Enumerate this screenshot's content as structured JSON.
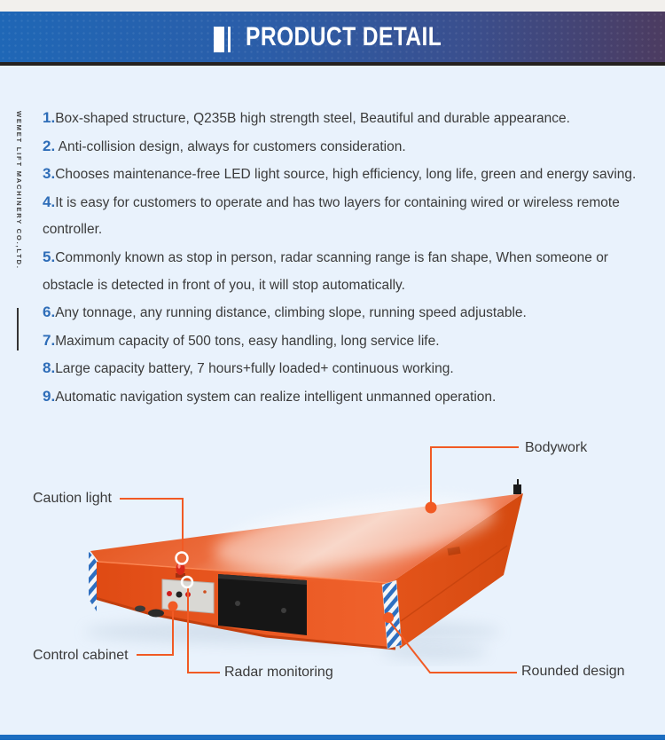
{
  "header": {
    "title": "PRODUCT DETAIL"
  },
  "company_sidebar": {
    "name": "WEMET LIFT MACHINERY CO.,LTD."
  },
  "features": {
    "items": [
      {
        "num": "1.",
        "lines": [
          "Box-shaped structure, Q235B high strength steel, Beautiful and durable appearance."
        ]
      },
      {
        "num": "2.",
        "lines": [
          " Anti-collision design, always for customers consideration."
        ]
      },
      {
        "num": "3.",
        "lines": [
          "Chooses maintenance-free LED light source, high efficiency, long life, green and energy saving."
        ]
      },
      {
        "num": "4.",
        "lines": [
          "It is easy for customers to operate and has two layers for containing wired or wireless remote",
          "controller."
        ]
      },
      {
        "num": "5.",
        "lines": [
          "Commonly known as stop in person, radar scanning range is fan shape, When someone or",
          "obstacle is detected in front of you, it will stop automatically."
        ]
      },
      {
        "num": "6.",
        "lines": [
          "Any tonnage, any running distance, climbing slope, running speed adjustable."
        ]
      },
      {
        "num": "7.",
        "lines": [
          "Maximum capacity of 500 tons, easy handling, long service life."
        ]
      },
      {
        "num": "8.",
        "lines": [
          "Large capacity battery, 7 hours+fully loaded+ continuous working."
        ]
      },
      {
        "num": "9.",
        "lines": [
          "Automatic navigation system can realize intelligent unmanned operation."
        ]
      }
    ]
  },
  "diagram": {
    "labels": {
      "bodywork": "Bodywork",
      "caution_light": "Caution light",
      "control_cabinet": "Control cabinet",
      "radar_monitoring": "Radar monitoring",
      "rounded_design": "Rounded design"
    }
  },
  "colors": {
    "accent_orange": "#f15a24",
    "banner_blue": "#1f67b6",
    "banner_purple": "#4c3b60",
    "number_blue": "#2e6db8",
    "bottom_bar_blue": "#1b6dc0",
    "cart_orange": "#e85320"
  }
}
